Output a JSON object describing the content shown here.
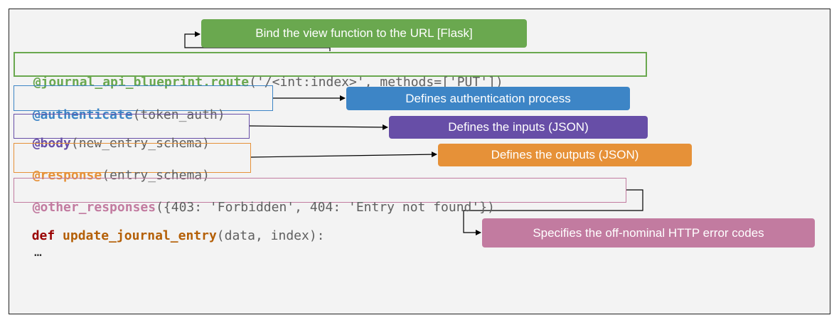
{
  "colors": {
    "green": "#6aa84f",
    "blue": "#3d85c6",
    "purple": "#674ea7",
    "orange": "#e69138",
    "pink": "#c27ba0",
    "keyword": "#990000",
    "function": "#b45f06",
    "code_text": "#5f5f5f",
    "decorator_route": "#6aa84f",
    "decorator_auth": "#3d85c6",
    "decorator_body": "#674ea7",
    "decorator_response": "#e69138",
    "decorator_other": "#c27ba0"
  },
  "code": {
    "route": {
      "decorator": "@journal_api_blueprint.route",
      "args": "('/<int:index>', methods=['PUT'])"
    },
    "auth": {
      "decorator": "@authenticate",
      "args": "(token_auth)"
    },
    "body": {
      "decorator": "@body",
      "args": "(new_entry_schema)"
    },
    "response": {
      "decorator": "@response",
      "args": "(entry_schema)"
    },
    "other": {
      "decorator": "@other_responses",
      "args": "({403: 'Forbidden', 404: 'Entry not found'})"
    },
    "def": {
      "keyword": "def",
      "name": "update_journal_entry",
      "args": "(data, index):"
    },
    "ellipsis": "…"
  },
  "callouts": {
    "route": "Bind the view function to the URL [Flask]",
    "auth": "Defines authentication process",
    "body": "Defines the inputs (JSON)",
    "response": "Defines the outputs (JSON)",
    "other": "Specifies the off-nominal HTTP error codes"
  }
}
